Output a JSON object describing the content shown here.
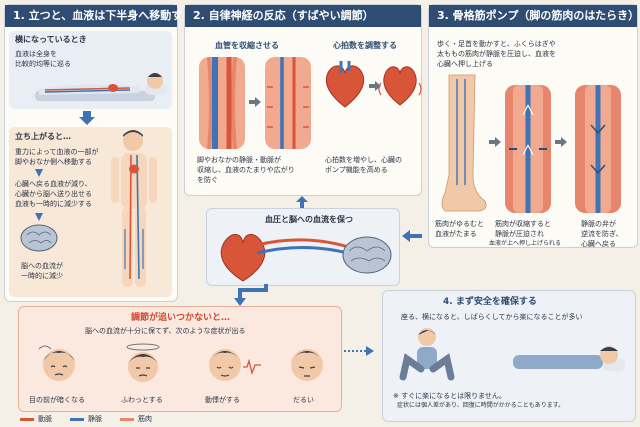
{
  "colors": {
    "header": "#2f4d73",
    "artery": "#d8553a",
    "vein": "#3f73b5",
    "muscle": "#e6876d",
    "warn": "#e86a3a"
  },
  "panel1": {
    "title": "1. 立つと、血液は下半身へ移動する",
    "lying_title": "横になっているとき",
    "lying_text": [
      "血液は全身を",
      "比較的均等に巡る"
    ],
    "standing_title": "立ち上がると…",
    "standing_text": [
      "重力によって血液の一部が",
      "脚やおなか側へ移動する"
    ],
    "return_text": [
      "心臓へ戻る血液が減り、",
      "心臓から脳へ送り出せる",
      "血液も一時的に減少する"
    ],
    "brain_text": [
      "脳への血流が",
      "一時的に減少"
    ]
  },
  "panel2": {
    "title": "2. 自律神経の反応（すばやい調節）",
    "vessel_title": "血管を収縮させる",
    "heart_title": "心拍数を調整する",
    "vessel_text": [
      "脚やおなかの静脈・動脈が",
      "収縮し、血液のたまりや広がり",
      "を防ぐ"
    ],
    "heart_text": [
      "心拍数を増やし、心臓の",
      "ポンプ機能を高める"
    ]
  },
  "panel3": {
    "title": "3. 骨格筋ポンプ（脚の筋肉のはたらき）",
    "intro": [
      "歩く・足首を動かすと、ふくらはぎや",
      "太ももの筋肉が静脈を圧迫し、血液を",
      "心臓へ押し上げる"
    ],
    "cap1": [
      "筋肉がゆるむと",
      "血液がたまる"
    ],
    "cap2": [
      "筋肉が収縮すると",
      "静脈が圧迫され",
      "血液が上へ押し上げられる"
    ],
    "cap3": [
      "静脈の弁が",
      "逆流を防ぎ、",
      "心臓へ戻る"
    ]
  },
  "center": {
    "title": "血圧と脳への血流を保つ"
  },
  "panel_warn": {
    "title": "調節が追いつかないと…",
    "subtitle": "脳への血流が十分に保てず、次のような症状が出る",
    "symptoms": [
      "目の前が暗くなる",
      "ふわっとする",
      "動悸がする",
      "だるい"
    ]
  },
  "panel4": {
    "title": "4. まず安全を確保する",
    "subtitle": "座る、横になると、しばらくしてから楽になることが多い",
    "note1": "※ すぐに楽になるとは限りません。",
    "note2": "症状には個人差があり、回復に時間がかかることもあります。"
  },
  "legend": {
    "artery": "動脈",
    "vein": "静脈",
    "muscle": "筋肉"
  }
}
